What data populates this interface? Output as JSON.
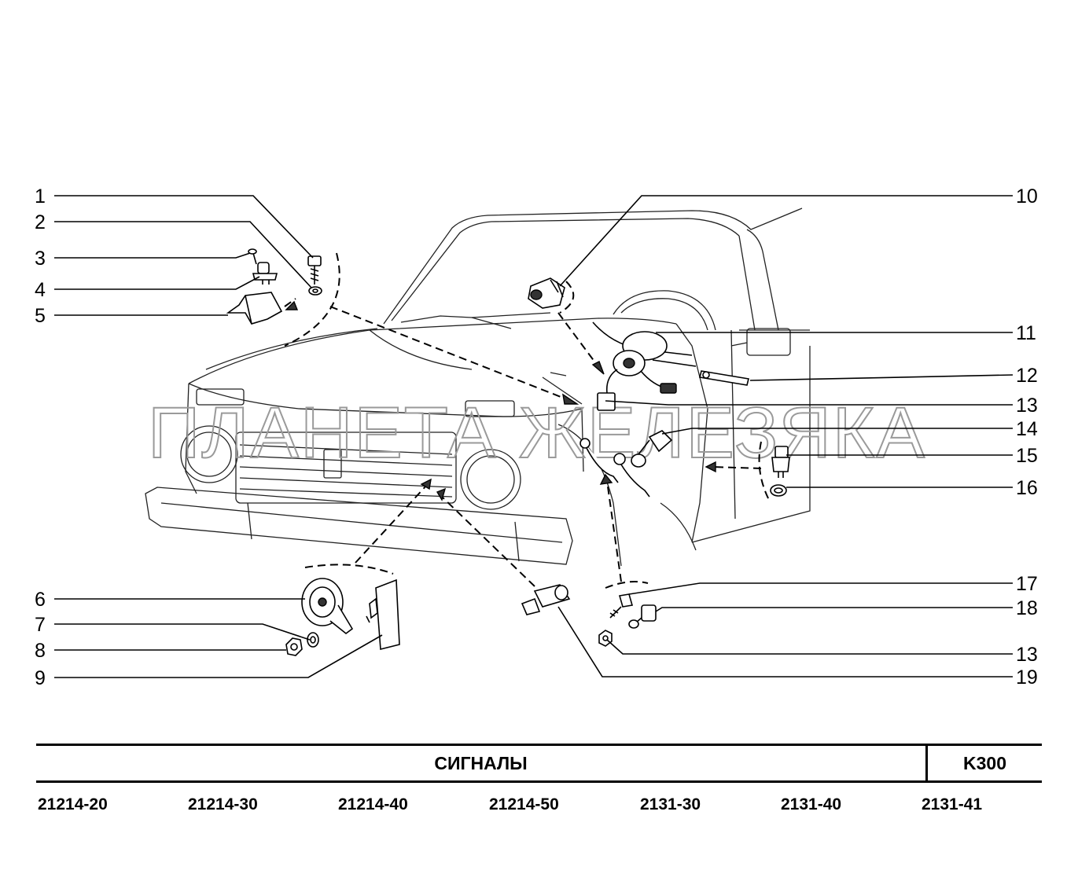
{
  "callouts": {
    "left": [
      "1",
      "2",
      "3",
      "4",
      "5",
      "6",
      "7",
      "8",
      "9"
    ],
    "right": [
      "10",
      "11",
      "12",
      "13",
      "14",
      "15",
      "16",
      "17",
      "18",
      "13",
      "19"
    ]
  },
  "watermark": "ПЛАНЕТА ЖЕЛЕЗЯКА",
  "title": "СИГНАЛЫ",
  "code": "K300",
  "models": [
    "21214-20",
    "21214-30",
    "21214-40",
    "21214-50",
    "2131-30",
    "2131-40",
    "2131-41"
  ]
}
